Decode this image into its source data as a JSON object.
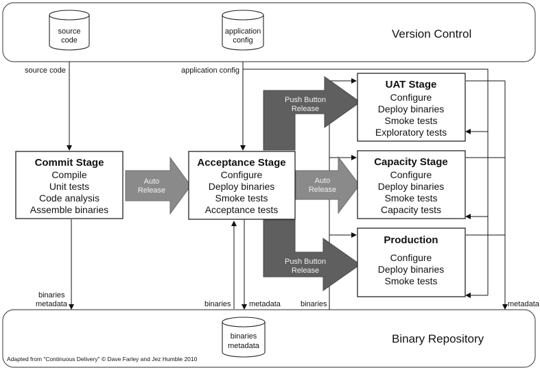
{
  "version_control": {
    "title": "Version Control",
    "repos": [
      {
        "lines": [
          "source",
          "code"
        ]
      },
      {
        "lines": [
          "application",
          "config"
        ]
      }
    ]
  },
  "binary_repository": {
    "title": "Binary Repository",
    "store": {
      "lines": [
        "binaries",
        "metadata"
      ]
    },
    "credit": "Adapted from \"Continuous Delivery\" © Dave Farley and Jez Humble 2010"
  },
  "flow_labels": {
    "source_code": "source code",
    "application_config": "application config",
    "binaries": "binaries",
    "metadata": "metadata",
    "binaries_metadata": [
      "binaries",
      "metadata"
    ]
  },
  "stages": {
    "commit": {
      "title": "Commit Stage",
      "items": [
        "Compile",
        "Unit tests",
        "Code analysis",
        "Assemble binaries"
      ]
    },
    "acceptance": {
      "title": "Acceptance Stage",
      "items": [
        "Configure",
        "Deploy binaries",
        "Smoke tests",
        "Acceptance tests"
      ]
    },
    "uat": {
      "title": "UAT Stage",
      "items": [
        "Configure",
        "Deploy binaries",
        "Smoke tests",
        "Exploratory tests"
      ]
    },
    "capacity": {
      "title": "Capacity Stage",
      "items": [
        "Configure",
        "Deploy binaries",
        "Smoke tests",
        "Capacity tests"
      ]
    },
    "production": {
      "title": "Production",
      "items": [
        "Configure",
        "Deploy binaries",
        "Smoke tests"
      ]
    }
  },
  "transitions": {
    "auto_release": [
      "Auto",
      "Release"
    ],
    "push_button_release": [
      "Push Button",
      "Release"
    ]
  }
}
